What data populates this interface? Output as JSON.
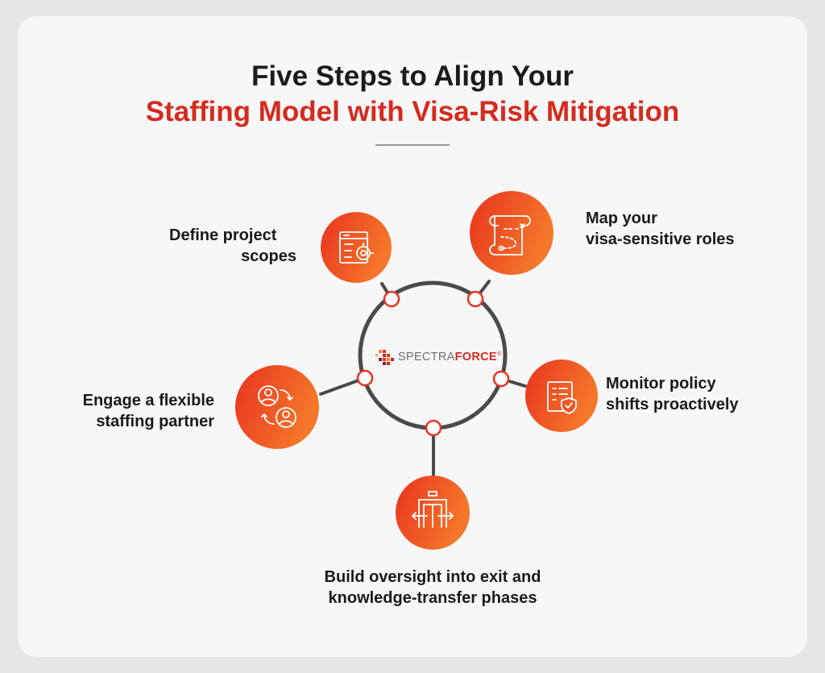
{
  "title": {
    "line1": "Five Steps to Align Your",
    "line2": "Staffing Model with Visa-Risk Mitigation"
  },
  "logo": {
    "part1": "SPECTRA",
    "part2": "FORCE",
    "mark": "®"
  },
  "steps": [
    {
      "label_lines": [
        "Define project",
        "scopes"
      ],
      "icon": "project-scope-icon"
    },
    {
      "label_lines": [
        "Map your",
        "visa-sensitive roles"
      ],
      "icon": "map-roles-icon"
    },
    {
      "label_lines": [
        "Monitor policy",
        "shifts proactively"
      ],
      "icon": "policy-monitor-icon"
    },
    {
      "label_lines": [
        "Build oversight into exit and",
        "knowledge-transfer phases"
      ],
      "icon": "exit-doors-icon"
    },
    {
      "label_lines": [
        "Engage a flexible",
        "staffing partner"
      ],
      "icon": "staffing-partner-icon"
    }
  ],
  "colors": {
    "accent_red": "#d42b1f",
    "gradient_start": "#e8331f",
    "gradient_end": "#f5782a",
    "ring": "#4a4a4a"
  }
}
